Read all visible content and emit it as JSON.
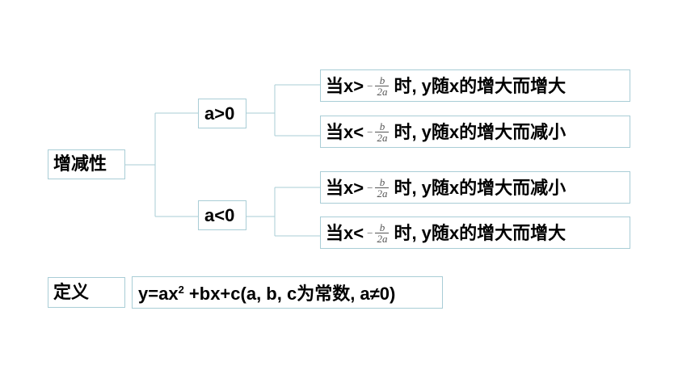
{
  "colors": {
    "connector": "#a9cdd6",
    "border": "#a9cdd6",
    "text": "#000000"
  },
  "root": {
    "label": "增减性"
  },
  "branches": [
    {
      "label": "a>0",
      "rules": [
        {
          "prefix": "当x>",
          "frac_minus": "−",
          "frac_num": "b",
          "frac_den": "2a",
          "suffix": "时, y随x的增大而增大"
        },
        {
          "prefix": "当x<",
          "frac_minus": "−",
          "frac_num": "b",
          "frac_den": "2a",
          "suffix": "时, y随x的增大而减小"
        }
      ]
    },
    {
      "label": "a<0",
      "rules": [
        {
          "prefix": "当x>",
          "frac_minus": "−",
          "frac_num": "b",
          "frac_den": "2a",
          "suffix": "时, y随x的增大而减小"
        },
        {
          "prefix": "当x<",
          "frac_minus": "−",
          "frac_num": "b",
          "frac_den": "2a",
          "suffix": "时, y随x的增大而增大"
        }
      ]
    }
  ],
  "definition": {
    "label": "定义",
    "formula_pre": "y=ax",
    "formula_sup": "2",
    "formula_post": " +bx+c(a, b, c为常数, a≠0)"
  }
}
